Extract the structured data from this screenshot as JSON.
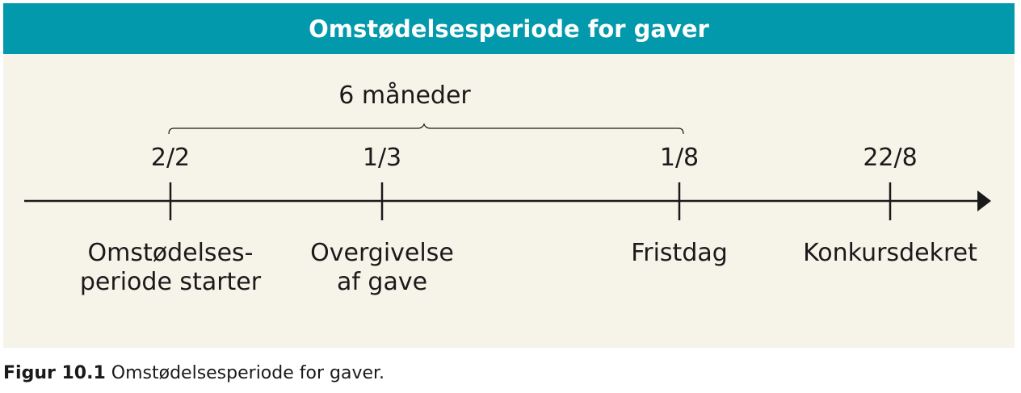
{
  "header": {
    "title": "Omstødelsesperiode for gaver"
  },
  "timeline": {
    "span_label": "6 måneder",
    "dates": [
      "2/2",
      "1/3",
      "1/8",
      "22/8"
    ],
    "events": [
      {
        "line1": "Omstødelses-",
        "line2": "periode starter"
      },
      {
        "line1": "Overgivelse",
        "line2": "af gave"
      },
      {
        "line1": "Fristdag",
        "line2": ""
      },
      {
        "line1": "Konkursdekret",
        "line2": ""
      }
    ]
  },
  "caption": {
    "label": "Figur 10.1",
    "text": "Omstødelsesperiode for gaver."
  },
  "colors": {
    "header": "#0399ac",
    "background": "#f6f3e8",
    "line": "#1a1a1a",
    "title_text": "#ffffff"
  }
}
